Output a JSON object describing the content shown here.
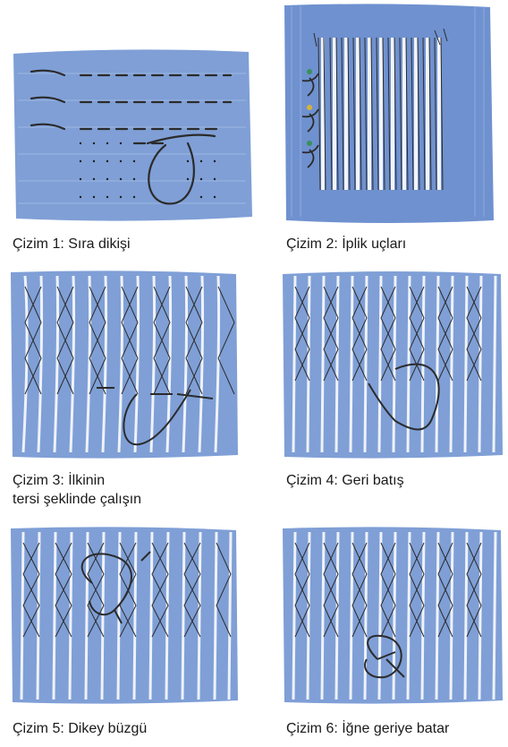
{
  "figures": [
    {
      "id": 1,
      "caption": [
        "Çizim 1: Sıra dikişi"
      ]
    },
    {
      "id": 2,
      "caption": [
        "Çizim 2: İplik uçları"
      ]
    },
    {
      "id": 3,
      "caption": [
        "Çizim 3: İlkinin",
        "tersi şeklinde çalışın"
      ]
    },
    {
      "id": 4,
      "caption": [
        "Çizim 4: Geri batış"
      ]
    },
    {
      "id": 5,
      "caption": [
        "Çizim 5: Dikey büzgü"
      ]
    },
    {
      "id": 6,
      "caption": [
        "Çizim 6: İğne geriye batar"
      ]
    }
  ],
  "colors": {
    "fabric": "#7f9fd6",
    "fabric_dark": "#6a8ccb",
    "pleat": "#e9eef7",
    "thread": "#2b2b2b",
    "pin_head_green": "#3a8f5a",
    "pin_head_yellow": "#d8b23a"
  }
}
